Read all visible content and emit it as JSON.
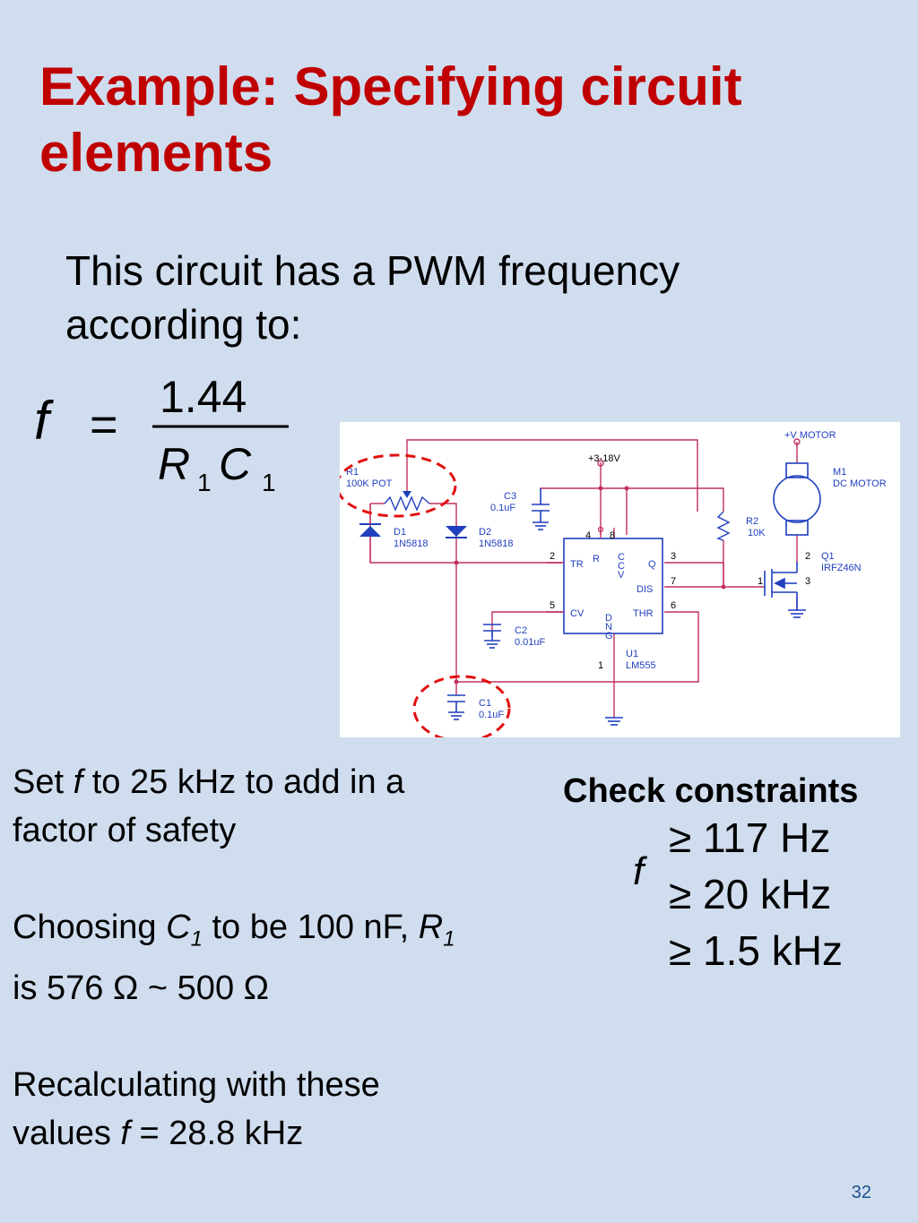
{
  "title": "Example: Specifying circuit elements",
  "intro": "This circuit has a PWM frequency according to:",
  "formula": {
    "lhs": "f",
    "equals": "=",
    "numerator": "1.44",
    "denominator_R": "R",
    "denominator_R_sub": "1",
    "denominator_C": "C",
    "denominator_C_sub": "1"
  },
  "circuit": {
    "supply": "+3-18V",
    "motor_supply": "+V MOTOR",
    "r1": {
      "ref": "R1",
      "value": "100K POT"
    },
    "c3": {
      "ref": "C3",
      "value": "0.1uF"
    },
    "d1": {
      "ref": "D1",
      "value": "1N5818"
    },
    "d2": {
      "ref": "D2",
      "value": "1N5818"
    },
    "c2": {
      "ref": "C2",
      "value": "0.01uF"
    },
    "c1": {
      "ref": "C1",
      "value": "0.1uF"
    },
    "u1": {
      "ref": "U1",
      "value": "LM555"
    },
    "r2": {
      "ref": "R2",
      "value": "10K"
    },
    "m1": {
      "ref": "M1",
      "value": "DC MOTOR"
    },
    "q1": {
      "ref": "Q1",
      "value": "IRFZ46N"
    },
    "pins": {
      "tr": "TR",
      "r": "R",
      "ccv": [
        "C",
        "C",
        "V"
      ],
      "q": "Q",
      "dis": "DIS",
      "cv": "CV",
      "thr": "THR",
      "dng": [
        "D",
        "N",
        "G"
      ]
    },
    "pin_numbers": {
      "p2": "2",
      "p3": "3",
      "p4": "4",
      "p5": "5",
      "p6": "6",
      "p7": "7",
      "p8": "8",
      "p1": "1",
      "q_gate": "1",
      "q_drain": "2",
      "q_source": "3"
    }
  },
  "left_text": {
    "line1_a": "Set ",
    "line1_f": "f",
    "line1_b": " to 25 kHz to add in a",
    "line2": "factor of safety",
    "line3_a": "Choosing ",
    "line3_c": "C",
    "line3_c_sub": "1",
    "line3_b": " to be 100 nF, ",
    "line3_r": "R",
    "line3_r_sub": "1",
    "line4": "is 576 Ω ~ 500 Ω",
    "line5": "Recalculating with these",
    "line6_a": "values ",
    "line6_f": "f",
    "line6_b": " = 28.8 kHz"
  },
  "check": {
    "title": "Check constraints",
    "variable": "f",
    "items": [
      "≥ 117 Hz",
      "≥ 20 kHz",
      "≥ 1.5 kHz"
    ]
  },
  "page_number": "32",
  "colors": {
    "background": "#d0ddee",
    "title": "#c00000",
    "wire": "#c03060",
    "schematic_blue": "#1f3fbf",
    "highlight_dash": "#e01010",
    "page_number": "#1a4f8a"
  }
}
